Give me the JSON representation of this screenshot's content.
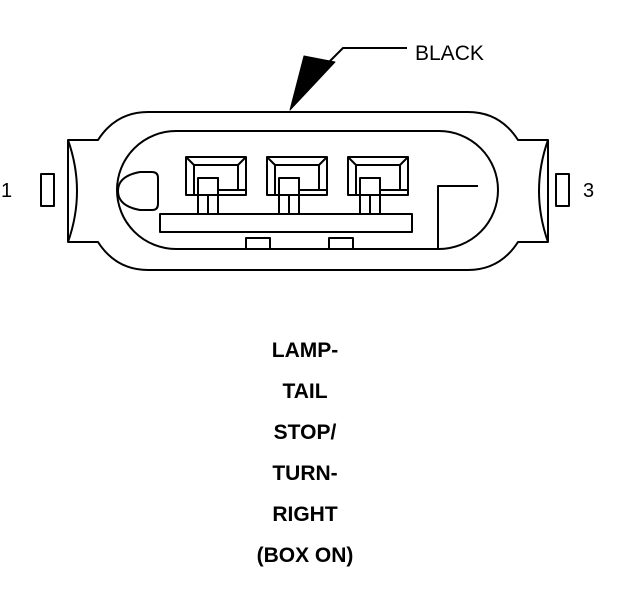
{
  "connector": {
    "wire_color_label": "BLACK",
    "pin_left_label": "1",
    "pin_right_label": "3",
    "caption_lines": [
      "LAMP-",
      "TAIL",
      "STOP/",
      "TURN-",
      "RIGHT",
      "(BOX ON)"
    ]
  },
  "colors": {
    "stroke": "#000000",
    "background": "#ffffff"
  }
}
